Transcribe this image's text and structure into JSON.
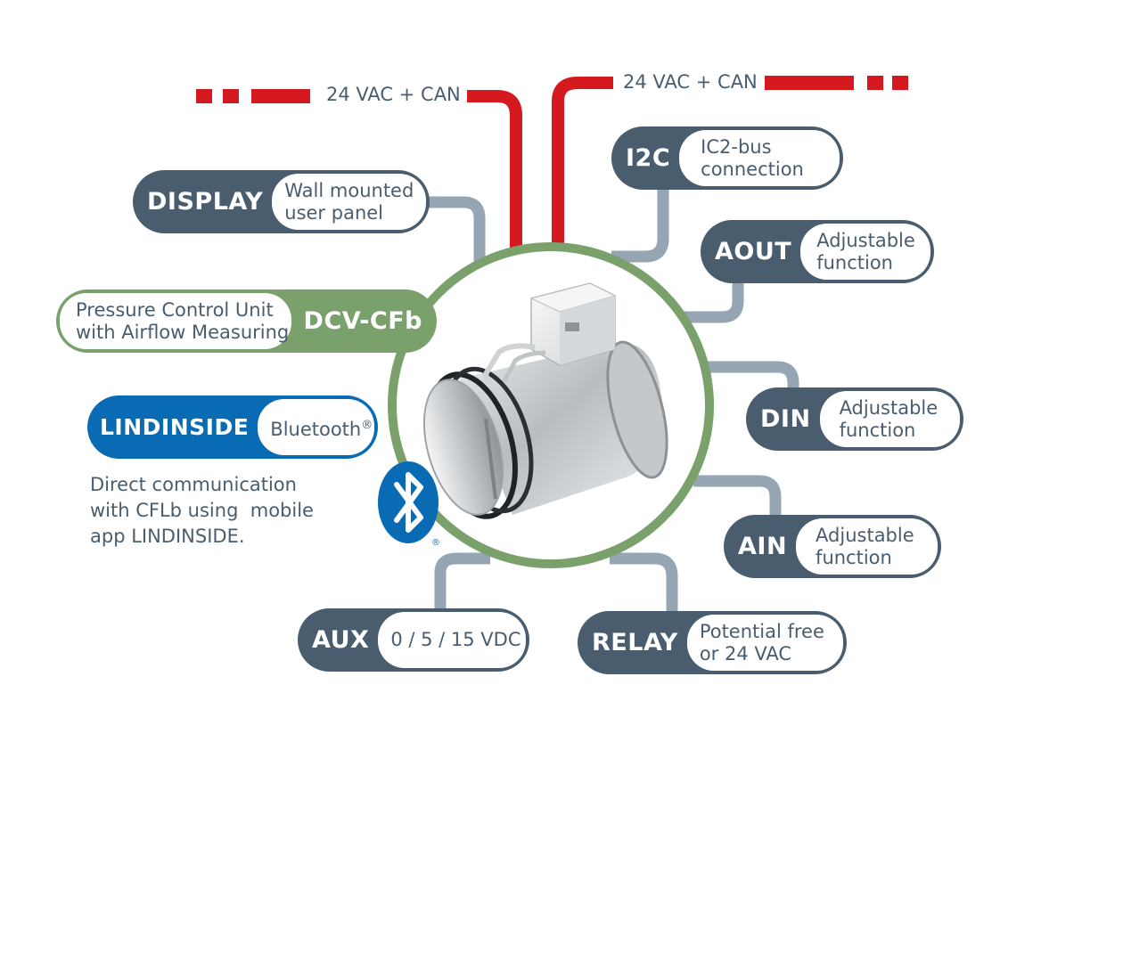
{
  "power": {
    "left_label": "24 VAC + CAN",
    "right_label": "24 VAC + CAN"
  },
  "device": {
    "tag": "DCV-CFb",
    "description_lines": [
      "Pressure Control Unit",
      "with Airflow Measuring"
    ]
  },
  "connectors": {
    "display": {
      "tag": "DISPLAY",
      "lines": [
        "Wall mounted",
        "user panel"
      ]
    },
    "i2c": {
      "tag": "I2C",
      "lines": [
        "IC2-bus",
        "connection"
      ]
    },
    "aout": {
      "tag": "AOUT",
      "lines": [
        "Adjustable",
        "function"
      ]
    },
    "din": {
      "tag": "DIN",
      "lines": [
        "Adjustable",
        "function"
      ]
    },
    "ain": {
      "tag": "AIN",
      "lines": [
        "Adjustable",
        "function"
      ]
    },
    "aux": {
      "tag": "AUX",
      "lines": [
        "0 / 5 / 15 VDC"
      ]
    },
    "relay": {
      "tag": "RELAY",
      "lines": [
        "Potential free",
        "or 24 VAC"
      ]
    }
  },
  "bluetooth": {
    "tag": "LINDINSIDE",
    "label": "Bluetooth",
    "mark": "®",
    "description_lines": [
      "Direct communication",
      "with CFLb using  mobile",
      "app LINDINSIDE."
    ]
  },
  "colors": {
    "power_wire": "#d41a1f",
    "signal_wire": "#96a5b3",
    "pill_dark": "#4a5d6e",
    "green": "#7aa06c",
    "blue": "#0a6bb5"
  },
  "icons": [
    "bluetooth-icon",
    "damper-illustration"
  ]
}
